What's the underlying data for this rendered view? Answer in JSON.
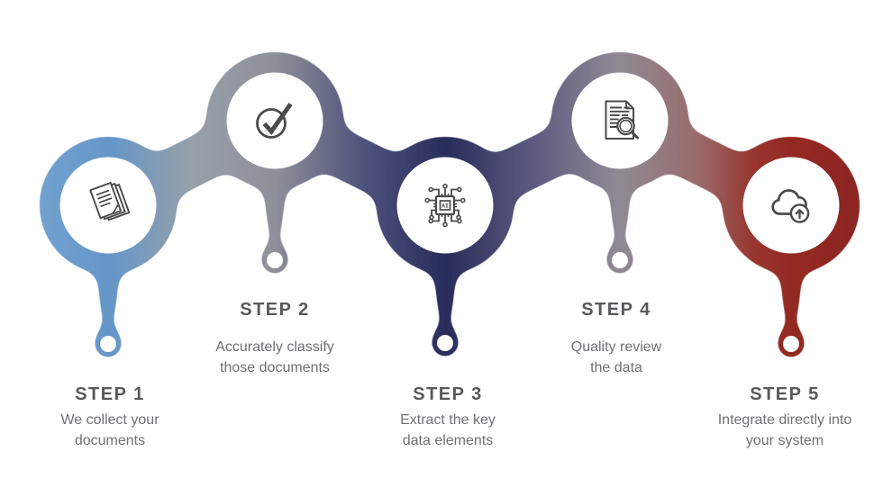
{
  "diagram": {
    "type": "process-infographic",
    "background": "#ffffff",
    "chip_label": "AI",
    "colors": {
      "step1_accent": "#6596C8",
      "step2_accent": "#8F909A",
      "step3_accent": "#292C5B",
      "step4_accent": "#8F8A94",
      "step5_accent": "#932A24",
      "icon_stroke": "#4A4A4C",
      "title_text": "#58595B",
      "description_text": "#6F7073"
    }
  },
  "steps": [
    {
      "label": "STEP 1",
      "description": "We collect your\ndocuments",
      "icon": "documents-icon"
    },
    {
      "label": "STEP 2",
      "description": "Accurately classify\nthose documents",
      "icon": "check-icon"
    },
    {
      "label": "STEP 3",
      "description": "Extract the key\ndata elements",
      "icon": "ai-chip-icon"
    },
    {
      "label": "STEP 4",
      "description": "Quality review\nthe data",
      "icon": "document-search-icon"
    },
    {
      "label": "STEP 5",
      "description": "Integrate directly into\nyour system",
      "icon": "cloud-upload-icon"
    }
  ]
}
